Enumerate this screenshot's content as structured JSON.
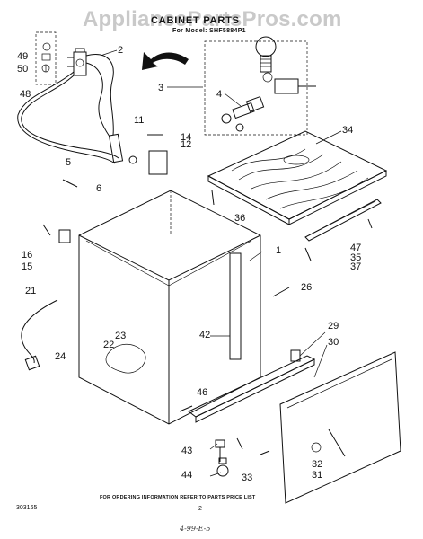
{
  "watermark": "AppliancePartsPros.com",
  "header": {
    "title": "CABINET PARTS",
    "model": "For Model: SHF5884P1"
  },
  "callouts": {
    "c1": "1",
    "c2": "2",
    "c3": "3",
    "c4": "4",
    "c5": "5",
    "c6": "6",
    "c11": "11",
    "c12": "12",
    "c14": "14",
    "c15": "15",
    "c16": "16",
    "c21": "21",
    "c22": "22",
    "c23": "23",
    "c24": "24",
    "c26": "26",
    "c29": "29",
    "c30": "30",
    "c31": "31",
    "c32": "32",
    "c33": "33",
    "c34": "34",
    "c35": "35",
    "c36": "36",
    "c37": "37",
    "c42": "42",
    "c43": "43",
    "c44": "44",
    "c46": "46",
    "c47": "47",
    "c48": "48",
    "c49": "49",
    "c50": "50"
  },
  "footer": {
    "note": "FOR ORDERING INFORMATION REFER TO PARTS PRICE LIST",
    "part_code": "303165",
    "page_number": "2",
    "handwritten": "4-99-E-5"
  }
}
